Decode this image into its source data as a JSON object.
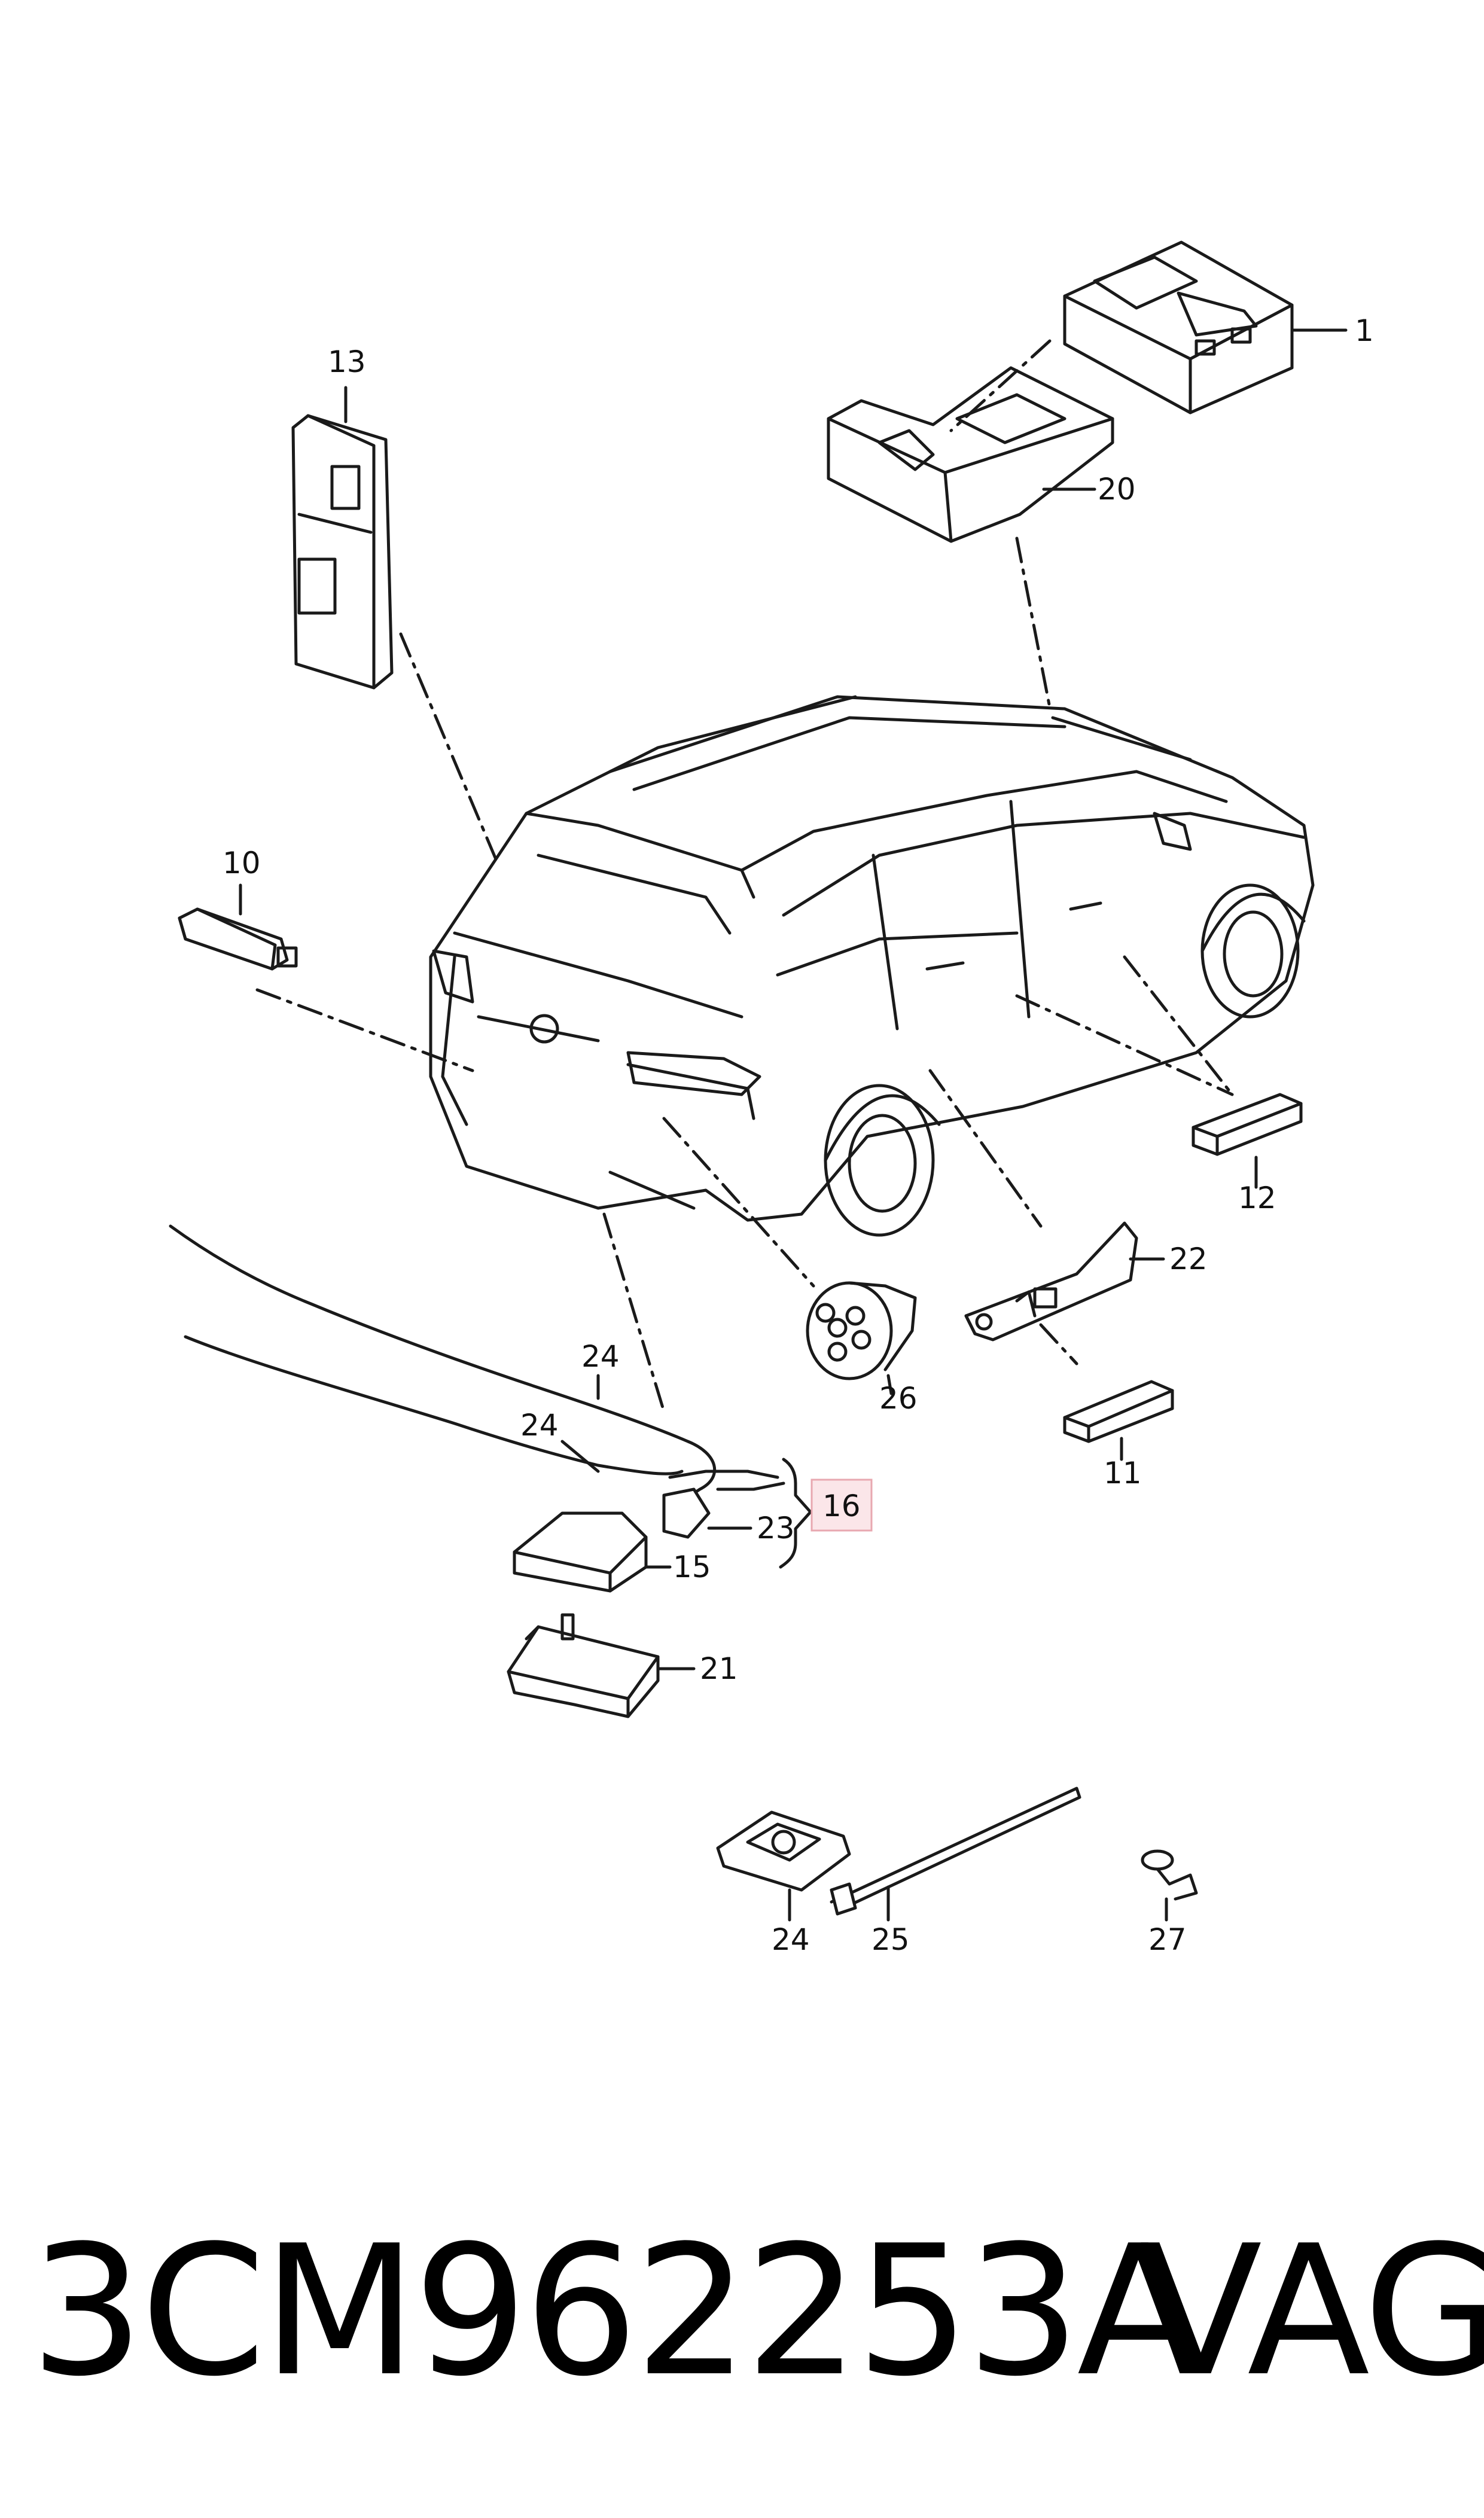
{
  "diagram": {
    "callouts": {
      "c1": "1",
      "c10": "10",
      "c11": "11",
      "c12": "12",
      "c13": "13",
      "c15": "15",
      "c16": "16",
      "c20": "20",
      "c21": "21",
      "c22": "22",
      "c23": "23",
      "c24a": "24",
      "c24b": "24",
      "c24c": "24",
      "c25": "25",
      "c26": "26",
      "c27": "27"
    },
    "highlight_color": "#e8a8b0",
    "highlight_fill": "#fbe6e9"
  },
  "caption": {
    "part_number": "3CM962253A",
    "brand": "VAG"
  }
}
